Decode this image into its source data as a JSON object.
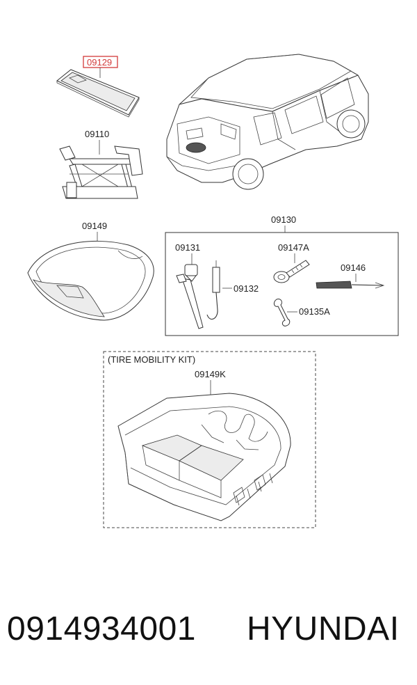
{
  "parts": {
    "p09129": "09129",
    "p09110": "09110",
    "p09149": "09149",
    "p09130": "09130",
    "p09131": "09131",
    "p09147A": "09147A",
    "p09146": "09146",
    "p09132": "09132",
    "p09135A": "09135A",
    "p09149K": "09149K"
  },
  "kit_title": "(TIRE MOBILITY KIT)",
  "caption": {
    "part_number": "0914934001",
    "brand": "HYUNDAI"
  },
  "colors": {
    "highlight": "#d23a3a",
    "line": "#333333"
  }
}
